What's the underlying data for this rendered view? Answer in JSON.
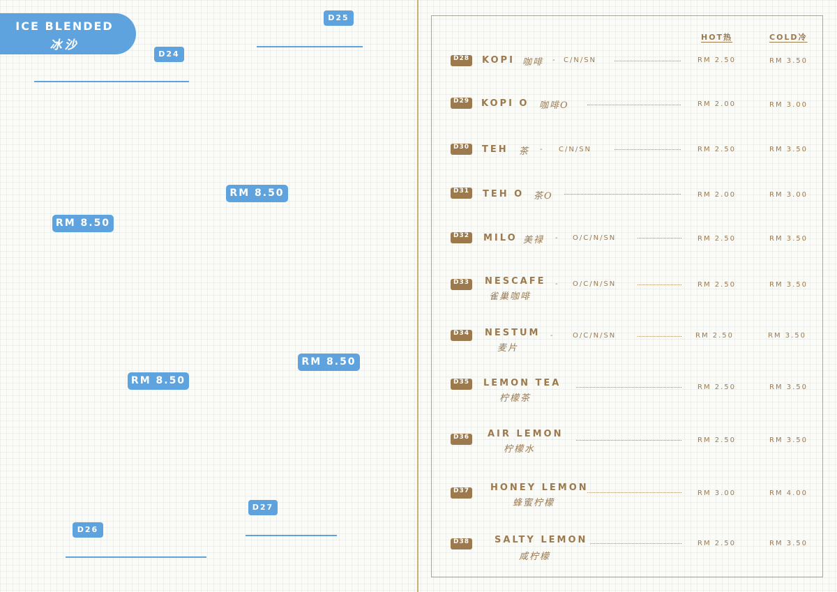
{
  "section": {
    "title": "ICE BLENDED",
    "title_zh": "冰沙"
  },
  "left_items": [
    {
      "code": "D24",
      "price": "RM 8.50"
    },
    {
      "code": "D25",
      "price": "RM 8.50"
    },
    {
      "code": "D26",
      "price": "RM 8.50"
    },
    {
      "code": "D27",
      "price": "RM 8.50"
    }
  ],
  "columns": {
    "hot": "HOT热",
    "cold": "COLD冷"
  },
  "drinks": [
    {
      "code": "D28",
      "name": "KOPI",
      "zh": "咖啡",
      "dash": "-",
      "variants": "C/N/SN",
      "hot": "RM 2.50",
      "cold": "RM 3.50"
    },
    {
      "code": "D29",
      "name": "KOPI O",
      "zh": "咖啡O",
      "dash": "",
      "variants": "",
      "hot": "RM 2.00",
      "cold": "RM 3.00"
    },
    {
      "code": "D30",
      "name": "TEH",
      "zh": "茶",
      "dash": "-",
      "variants": "C/N/SN",
      "hot": "RM 2.50",
      "cold": "RM 3.50"
    },
    {
      "code": "D31",
      "name": "TEH O",
      "zh": "茶O",
      "dash": "",
      "variants": "",
      "hot": "RM 2.00",
      "cold": "RM 3.00"
    },
    {
      "code": "D32",
      "name": "MILO",
      "zh": "美禄",
      "dash": "-",
      "variants": "O/C/N/SN",
      "hot": "RM 2.50",
      "cold": "RM 3.50"
    },
    {
      "code": "D33",
      "name": "NESCAFE",
      "zh": "雀巢咖啡",
      "dash": "-",
      "variants": "O/C/N/SN",
      "hot": "RM 2.50",
      "cold": "RM 3.50"
    },
    {
      "code": "D34",
      "name": "NESTUM",
      "zh": "麦片",
      "dash": "-",
      "variants": "O/C/N/SN",
      "hot": "RM 2.50",
      "cold": "RM 3.50"
    },
    {
      "code": "D35",
      "name": "LEMON TEA",
      "zh": "柠檬茶",
      "dash": "",
      "variants": "",
      "hot": "RM 2.50",
      "cold": "RM 3.50"
    },
    {
      "code": "D36",
      "name": "AIR LEMON",
      "zh": "柠檬水",
      "dash": "",
      "variants": "",
      "hot": "RM 2.50",
      "cold": "RM 3.50"
    },
    {
      "code": "D37",
      "name": "HONEY LEMON",
      "zh": "蜂蜜柠檬",
      "dash": "",
      "variants": "",
      "hot": "RM 3.00",
      "cold": "RM 4.00"
    },
    {
      "code": "D38",
      "name": "SALTY LEMON",
      "zh": "咸柠檬",
      "dash": "",
      "variants": "",
      "hot": "RM 2.50",
      "cold": "RM 3.50"
    }
  ]
}
